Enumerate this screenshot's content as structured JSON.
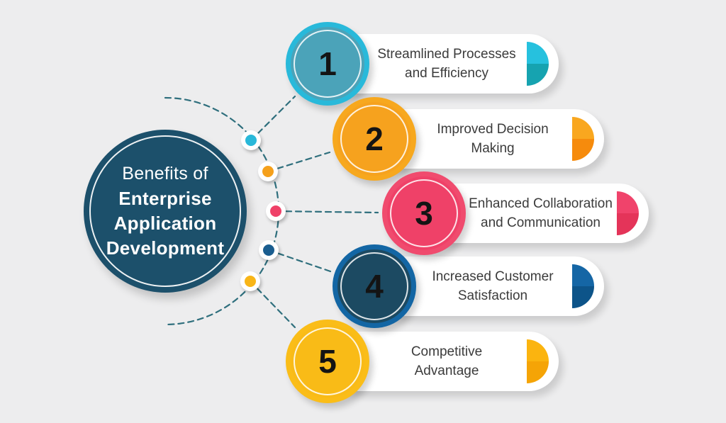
{
  "background": "#EDEDEE",
  "connector_color": "#2F6F7D",
  "hub": {
    "fill": "#1C506B",
    "prefix": "Benefits of",
    "line1": "Enterprise",
    "line2": "Application",
    "line3": "Development"
  },
  "items": [
    {
      "number": "1",
      "lines": [
        "Streamlined Processes",
        "and Efficiency"
      ],
      "circle_fill": "#4BA3B9",
      "ring": "#29B9DA",
      "cap_top": "#26C1DE",
      "cap_bottom": "#16A3B0",
      "dot": "#29B8D9"
    },
    {
      "number": "2",
      "lines": [
        "Improved Decision",
        "Making"
      ],
      "circle_fill": "#F6A21E",
      "ring": "#F7A81E",
      "cap_top": "#F9A71F",
      "cap_bottom": "#F68B0C",
      "dot": "#F5A01B"
    },
    {
      "number": "3",
      "lines": [
        "Enhanced Collaboration",
        "and Communication"
      ],
      "circle_fill": "#EF4168",
      "ring": "#F04B6E",
      "cap_top": "#F0436B",
      "cap_bottom": "#E43459",
      "dot": "#EF4168"
    },
    {
      "number": "4",
      "lines": [
        "Increased Customer",
        "Satisfaction"
      ],
      "circle_fill": "#1C4A62",
      "ring": "#1366A4",
      "cap_top": "#1566A5",
      "cap_bottom": "#0D5489",
      "dot": "#1A5D8F"
    },
    {
      "number": "5",
      "lines": [
        "Competitive",
        "Advantage"
      ],
      "circle_fill": "#F9BB17",
      "ring": "#FABD18",
      "cap_top": "#FBB40F",
      "cap_bottom": "#F5A406",
      "dot": "#F8B517"
    }
  ]
}
